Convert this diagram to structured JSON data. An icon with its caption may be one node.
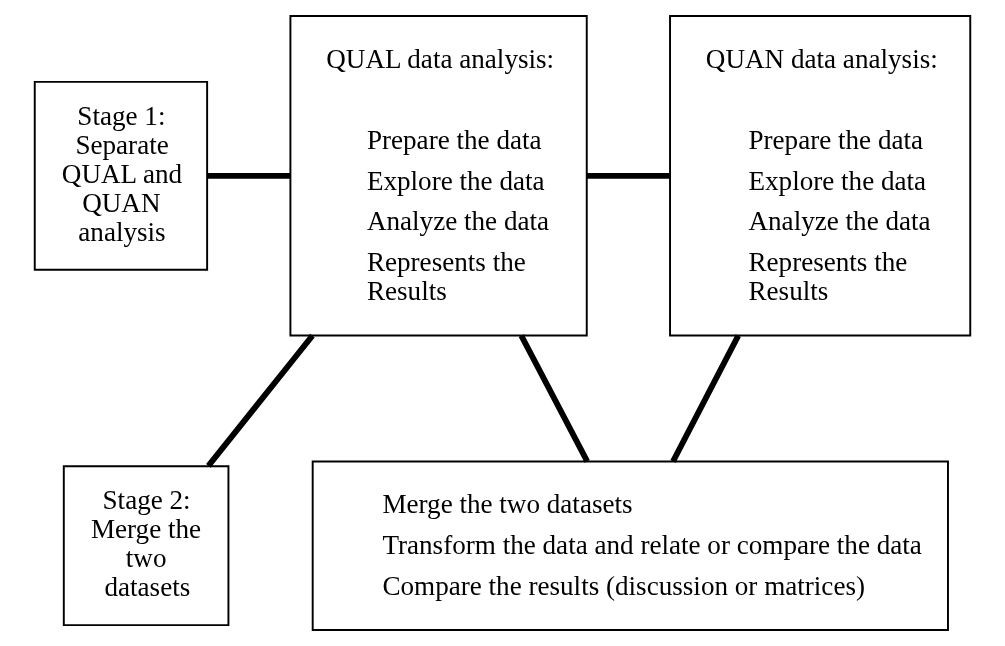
{
  "diagram": {
    "nodes": [
      {
        "text": [
          "Stage 1: Separate QUAL and QUAN analysis"
        ]
      },
      {
        "text": [
          "Stage 2: Merge the two datasets"
        ]
      },
      {
        "text": [
          "QUAL data analysis:",
          "Prepare the data",
          "Explore the data",
          "Analyze the data",
          "Represents the Results"
        ]
      },
      {
        "text": [
          "QUAN data analysis:",
          "Prepare the data",
          "Explore the data",
          "Analyze the data",
          "Represents the Results"
        ]
      },
      {
        "text": [
          "Merge the two datasets",
          "Transform the data and relate or compare the data",
          "Compare the results (discussion or matrices)"
        ]
      }
    ],
    "edges": [
      {
        "from": 0,
        "to": 2,
        "arrow": "none"
      },
      {
        "from": 1,
        "to": 2,
        "arrow": "none"
      },
      {
        "from": 2,
        "to": 3,
        "arrow": "none"
      },
      {
        "from": 2,
        "to": 4,
        "arrow": "none"
      },
      {
        "from": 3,
        "to": 4,
        "arrow": "none"
      }
    ]
  }
}
